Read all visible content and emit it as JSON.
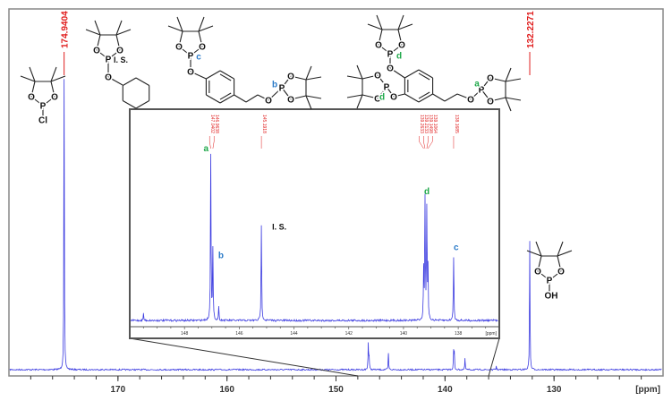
{
  "chart_data": [
    {
      "type": "line",
      "title": "",
      "xlabel": "[ppm]",
      "ylabel": "",
      "xlim": [
        180,
        120
      ],
      "x_reversed": true,
      "xticks": [
        170,
        160,
        150,
        140,
        130
      ],
      "xtick_labels": [
        "170",
        "160",
        "150",
        "140",
        "130"
      ],
      "minor_tick_step": 2,
      "grid": false,
      "color": "#3a3ae0",
      "peak_label_color": "#e01e1e",
      "peaks": [
        {
          "ppm": 174.9404,
          "intensity": 0.81,
          "label": "174.9404"
        },
        {
          "ppm": 132.2271,
          "intensity": 0.36,
          "label": "132.2271"
        },
        {
          "ppm": 147.04,
          "intensity": 0.075
        },
        {
          "ppm": 146.96,
          "intensity": 0.035
        },
        {
          "ppm": 145.19,
          "intensity": 0.045
        },
        {
          "ppm": 139.21,
          "intensity": 0.05
        },
        {
          "ppm": 139.15,
          "intensity": 0.045
        },
        {
          "ppm": 138.17,
          "intensity": 0.03
        },
        {
          "ppm": 135.3,
          "intensity": 0.01
        }
      ],
      "zoom_region": [
        148,
        136
      ]
    },
    {
      "type": "line",
      "title": "",
      "xlabel": "[ppm]",
      "xlim": [
        150,
        136.5
      ],
      "x_reversed": true,
      "xticks": [
        148,
        146,
        144,
        142,
        140,
        138
      ],
      "xtick_labels": [
        "148",
        "146",
        "144",
        "142",
        "140",
        "138"
      ],
      "color": "#3a3ae0",
      "peaks": [
        {
          "ppm": 149.5,
          "intensity": 0.04
        },
        {
          "ppm": 147.0402,
          "intensity": 1.0,
          "label": "147.0402",
          "assignment": "a"
        },
        {
          "ppm": 146.9638,
          "intensity": 0.42,
          "label": "146.9638",
          "assignment": "b"
        },
        {
          "ppm": 146.75,
          "intensity": 0.08
        },
        {
          "ppm": 145.1918,
          "intensity": 0.57,
          "label": "145.1918",
          "assignment": "I. S."
        },
        {
          "ppm": 139.2633,
          "intensity": 0.3,
          "label": "139.2633"
        },
        {
          "ppm": 139.2133,
          "intensity": 0.72,
          "label": "139.2133",
          "assignment": "d"
        },
        {
          "ppm": 139.1498,
          "intensity": 0.65,
          "label": "139.1498"
        },
        {
          "ppm": 139.1064,
          "intensity": 0.3,
          "label": "139.1064"
        },
        {
          "ppm": 138.1685,
          "intensity": 0.38,
          "label": "138.1685",
          "assignment": "c"
        }
      ],
      "assignment_colors": {
        "a": "#1fa84a",
        "d": "#1fa84a",
        "b": "#2a7ac8",
        "c": "#2a7ac8",
        "I. S.": "#111111"
      }
    }
  ],
  "structures": {
    "atom_O": "O",
    "atom_P": "P",
    "chloro": {
      "substituent": "Cl"
    },
    "internal_standard": {
      "label": "I. S.",
      "linker": "O"
    },
    "phenol_derivative": {
      "assign_ring": "c",
      "assign_chain": "b"
    },
    "catechol_derivative": {
      "assign_chain": "a",
      "assign_ring": "d"
    },
    "hydroxy": {
      "substituent": "OH"
    }
  }
}
